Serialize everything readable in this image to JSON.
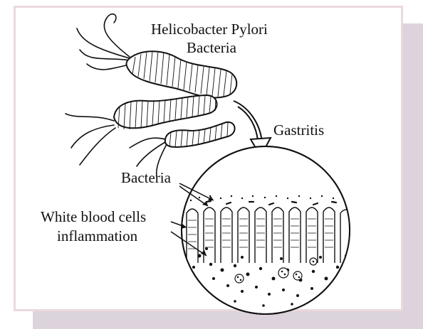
{
  "title_line1": "Helicobacter Pylori",
  "title_line2": "Bacteria",
  "label_gastritis": "Gastritis",
  "label_bacteria": "Bacteria",
  "label_wbc_line1": "White blood cells",
  "label_wbc_line2": "inflammation",
  "colors": {
    "card_border": "#ecd9dd",
    "shadow": "#dcd3dc",
    "ink": "#111111"
  }
}
